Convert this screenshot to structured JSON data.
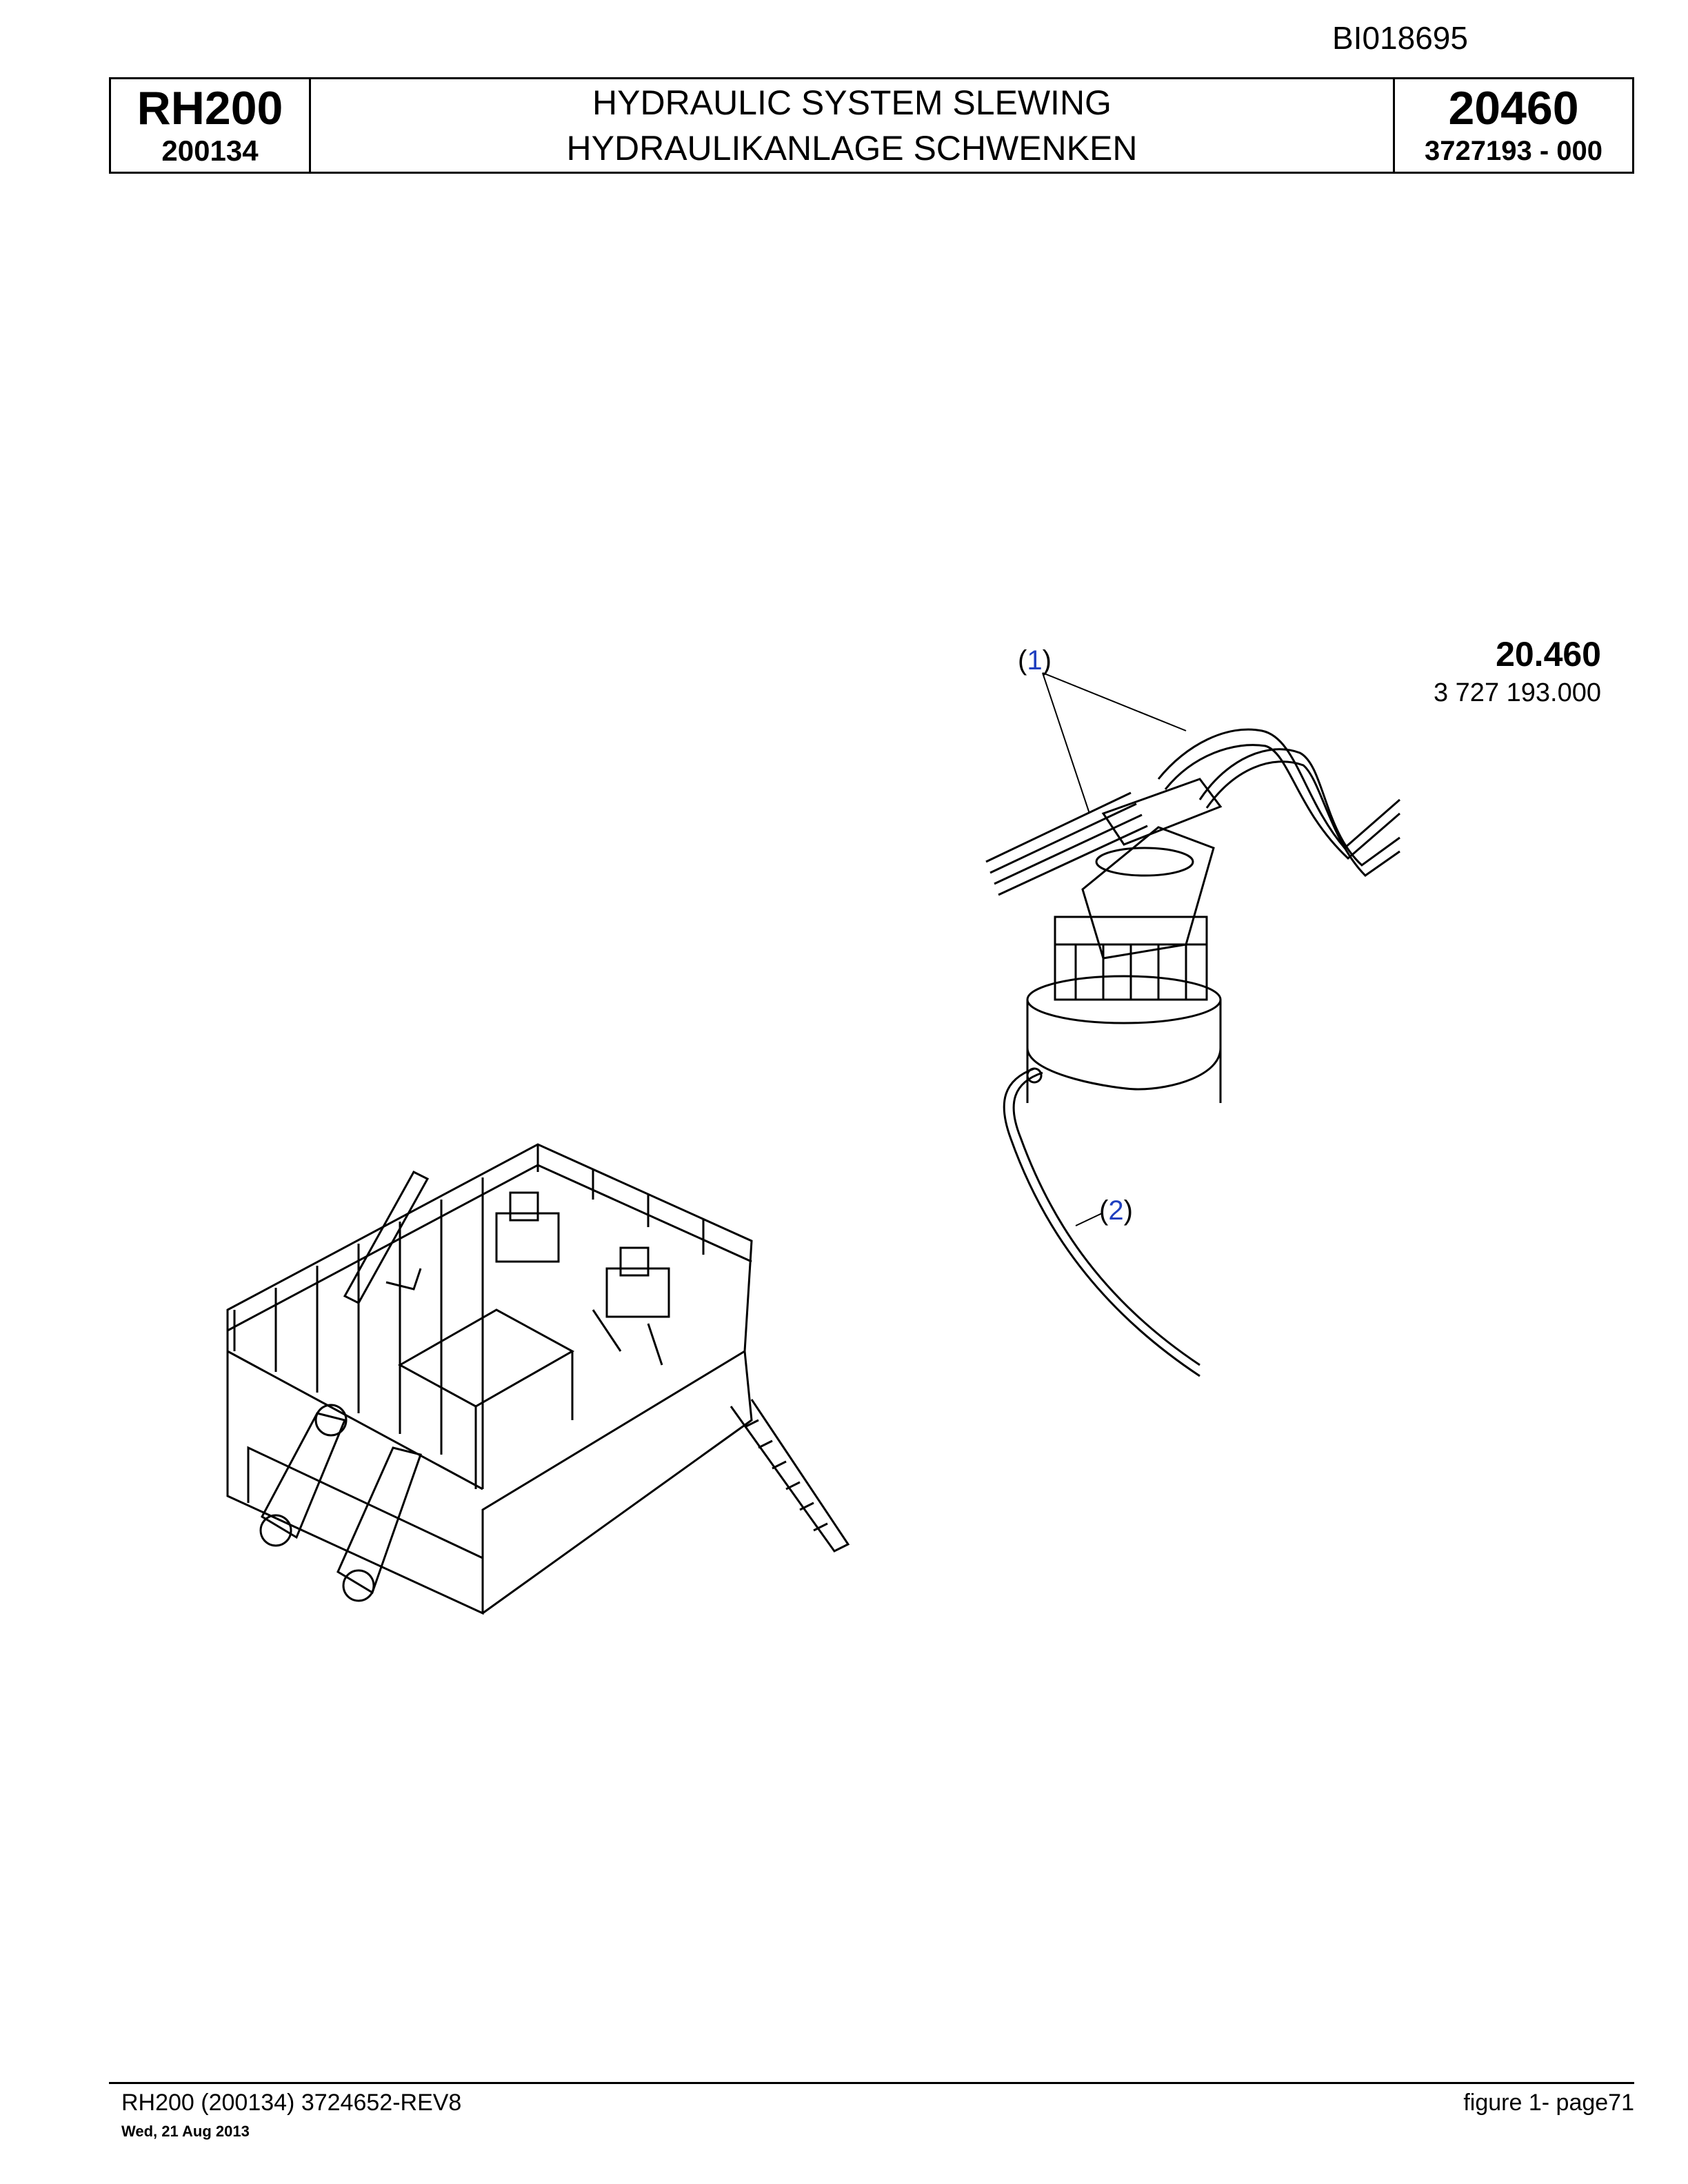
{
  "document_id": "BI018695",
  "header": {
    "model": "RH200",
    "serial": "200134",
    "title_en": "HYDRAULIC SYSTEM SLEWING",
    "title_de": "HYDRAULIKANLAGE SCHWENKEN",
    "group": "20460",
    "part_number": "3727193  - 000"
  },
  "figure": {
    "group_number": "20.460",
    "part_number": "3 727 193.000",
    "callouts": [
      {
        "open": "(",
        "number": "1",
        "close": ")"
      },
      {
        "open": "(",
        "number": "2",
        "close": ")"
      }
    ]
  },
  "footer": {
    "left": "RH200 (200134) 3724652-REV8",
    "date": "Wed, 21 Aug 2013",
    "right": "figure  1- page71"
  }
}
